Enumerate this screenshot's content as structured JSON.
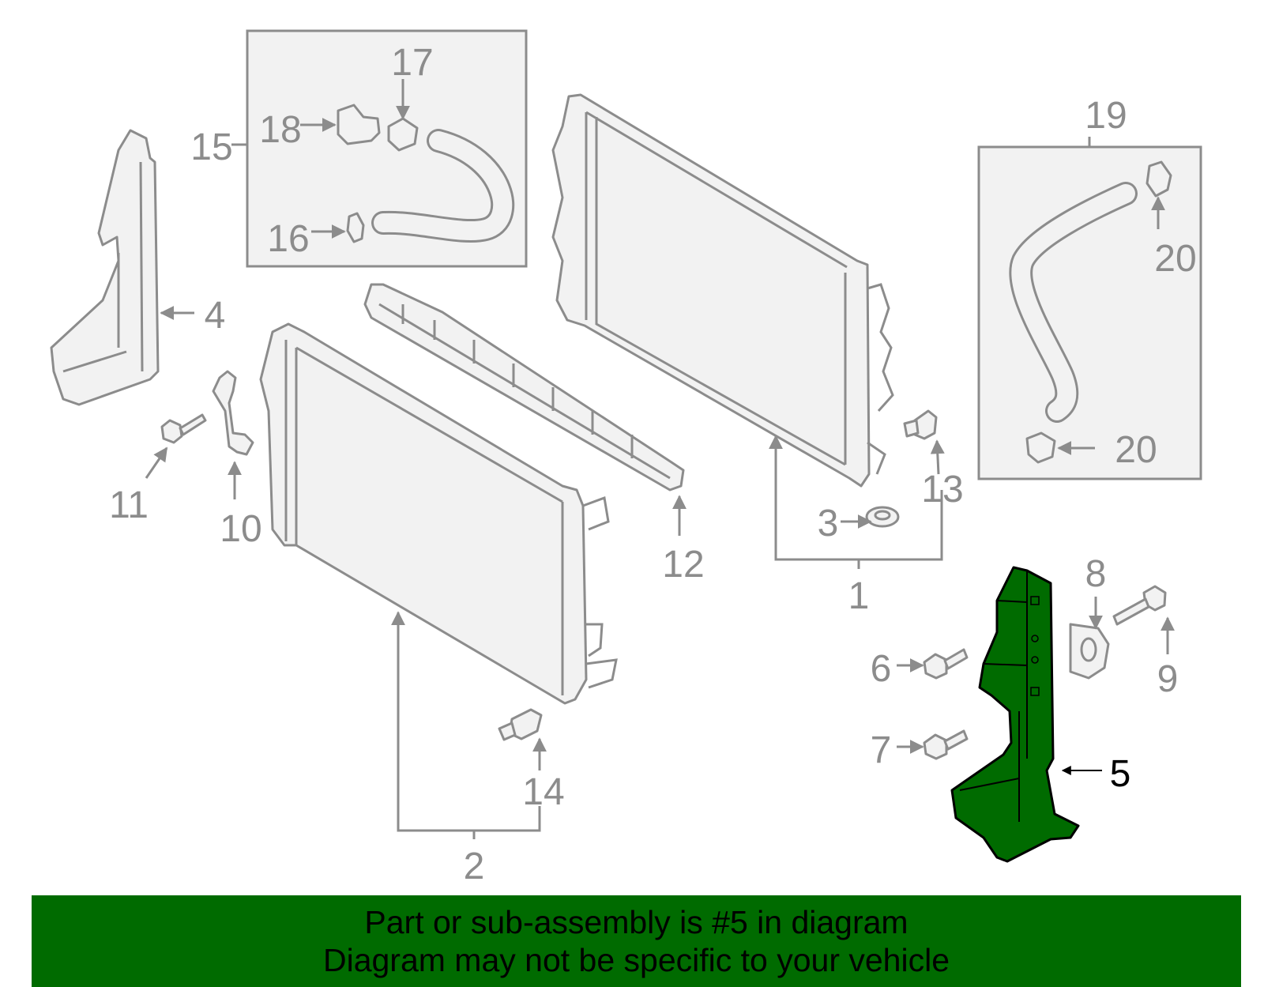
{
  "callouts": {
    "c1": "1",
    "c2": "2",
    "c3": "3",
    "c4": "4",
    "c5": "5",
    "c6": "6",
    "c7": "7",
    "c8": "8",
    "c9": "9",
    "c10": "10",
    "c11": "11",
    "c12": "12",
    "c13": "13",
    "c14": "14",
    "c15": "15",
    "c16": "16",
    "c17": "17",
    "c18": "18",
    "c19": "19",
    "c20a": "20",
    "c20b": "20"
  },
  "highlight_callout": "5",
  "colors": {
    "highlight": "#006b00",
    "outline": "#8c8c8c",
    "fill": "#f2f2f2"
  },
  "banner": {
    "line1": "Part or sub-assembly is #5 in diagram",
    "line2": "Diagram may not be specific to your vehicle"
  }
}
